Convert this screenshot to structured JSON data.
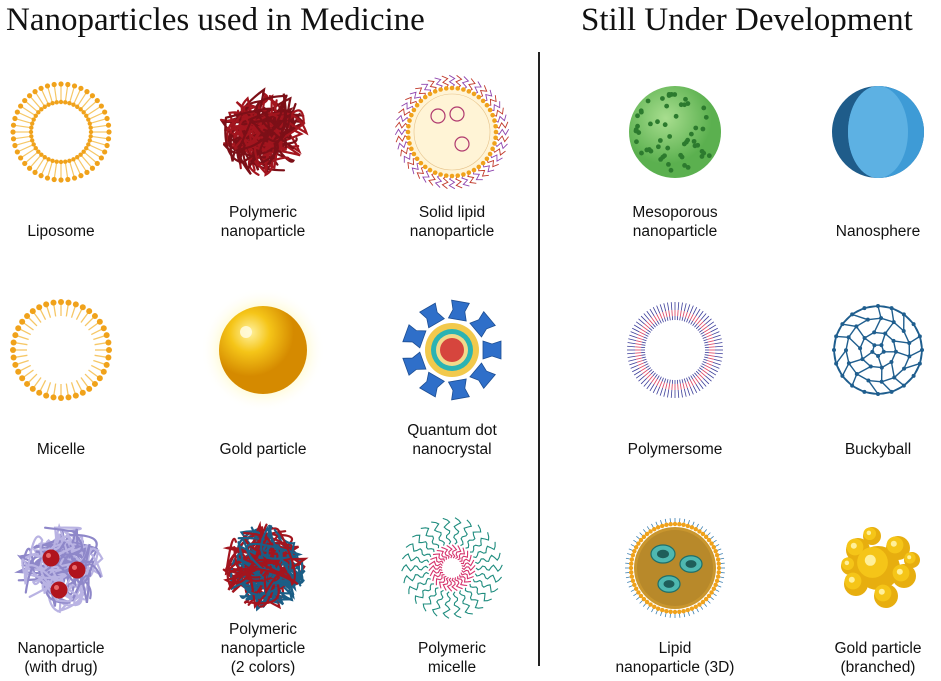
{
  "headings": {
    "left": "Nanoparticles used in Medicine",
    "right": "Still Under Development"
  },
  "items": {
    "liposome": [
      "Liposome"
    ],
    "polymeric_nanoparticle": [
      "Polymeric",
      "nanoparticle"
    ],
    "solid_lipid": [
      "Solid lipid",
      "nanoparticle"
    ],
    "micelle": [
      "Micelle"
    ],
    "gold_particle": [
      "Gold particle"
    ],
    "quantum_dot": [
      "Quantum dot",
      "nanocrystal"
    ],
    "nanoparticle_drug": [
      "Nanoparticle",
      "(with drug)"
    ],
    "polymeric_two_colors": [
      "Polymeric",
      "nanoparticle",
      "(2 colors)"
    ],
    "polymeric_micelle": [
      "Polymeric",
      "micelle"
    ],
    "mesoporous": [
      "Mesoporous",
      "nanoparticle"
    ],
    "nanosphere": [
      "Nanosphere"
    ],
    "polymersome": [
      "Polymersome"
    ],
    "buckyball": [
      "Buckyball"
    ],
    "lipid_3d": [
      "Lipid",
      "nanoparticle (3D)"
    ],
    "gold_branched": [
      "Gold particle",
      "(branched)"
    ]
  },
  "colors": {
    "lipid_orange": "#F0A21B",
    "polymer_red": "#A3151E",
    "gold": "#F5C518",
    "qd_blue": "#2F6FC9",
    "drug_purple": "#8E87C9",
    "mesoporous_green": "#5BB04F",
    "nanosphere_blue": "#3E9BD6",
    "polymersome_pink": "#E0506B",
    "buckyball_blue": "#1F5E8E"
  }
}
